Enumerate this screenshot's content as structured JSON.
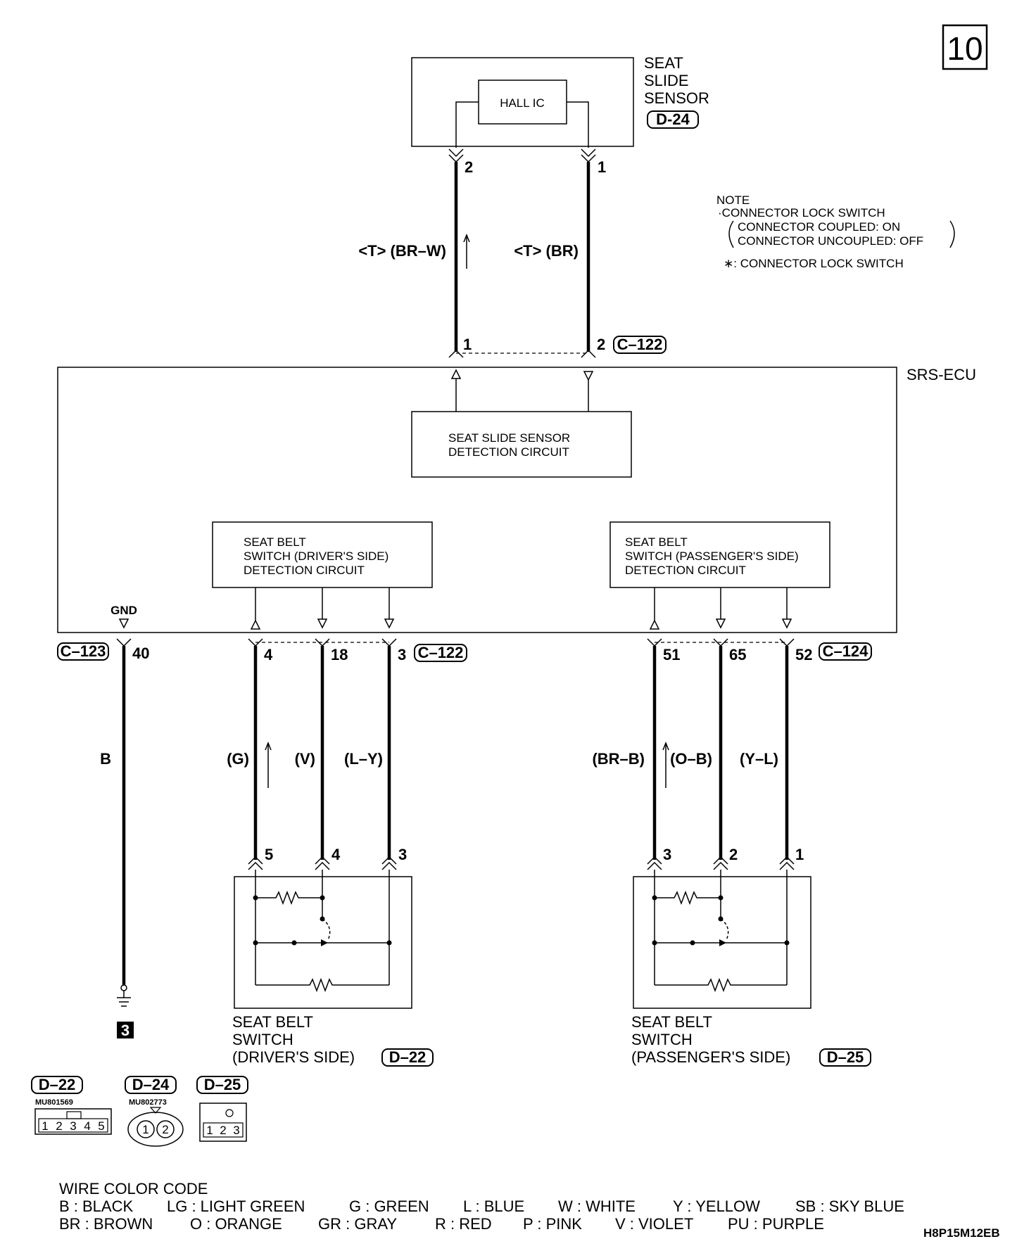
{
  "page_number": "10",
  "sensor": {
    "title_lines": [
      "SEAT",
      "SLIDE",
      "SENSOR"
    ],
    "connector": "D-24",
    "inner_label": "HALL IC",
    "pin_left": "2",
    "pin_right": "1"
  },
  "note": {
    "heading": "NOTE",
    "line1": "·CONNECTOR LOCK SWITCH",
    "line2": "CONNECTOR COUPLED: ON",
    "line3": "CONNECTOR UNCOUPLED: OFF",
    "star_line": "∗: CONNECTOR LOCK SWITCH"
  },
  "sensor_wires": {
    "left_label": "<T> (BR–W)",
    "right_label": "<T> (BR)",
    "ecu_pin_left": "1",
    "ecu_pin_right": "2",
    "ecu_connector": "C–122"
  },
  "ecu": {
    "label": "SRS-ECU",
    "slide_circuit_lines": [
      "SEAT SLIDE SENSOR",
      "DETECTION CIRCUIT"
    ],
    "driver_circuit_lines": [
      "SEAT BELT",
      "SWITCH (DRIVER'S SIDE)",
      "DETECTION CIRCUIT"
    ],
    "passenger_circuit_lines": [
      "SEAT BELT",
      "SWITCH (PASSENGER'S SIDE)",
      "DETECTION CIRCUIT"
    ],
    "gnd_label": "GND"
  },
  "ground": {
    "connector": "C–123",
    "pin": "40",
    "wire_color": "B",
    "ground_point": "3"
  },
  "driver_harness": {
    "ecu_pins": [
      "4",
      "18",
      "3"
    ],
    "ecu_connector": "C–122",
    "wire_colors": [
      "(G)",
      "(V)",
      "(L–Y)"
    ],
    "switch_pins": [
      "5",
      "4",
      "3"
    ]
  },
  "passenger_harness": {
    "ecu_pins": [
      "51",
      "65",
      "52"
    ],
    "ecu_connector": "C–124",
    "wire_colors": [
      "(BR–B)",
      "(O–B)",
      "(Y–L)"
    ],
    "switch_pins": [
      "3",
      "2",
      "1"
    ]
  },
  "driver_switch": {
    "title_lines": [
      "SEAT BELT",
      "SWITCH",
      "(DRIVER'S SIDE)"
    ],
    "connector": "D–22"
  },
  "passenger_switch": {
    "title_lines": [
      "SEAT BELT",
      "SWITCH",
      "(PASSENGER'S SIDE)"
    ],
    "connector": "D–25"
  },
  "connector_views": [
    {
      "id": "D–22",
      "part": "MU801569",
      "pins": [
        "1",
        "2",
        "3",
        "4",
        "5"
      ]
    },
    {
      "id": "D–24",
      "part": "MU802773",
      "pins": [
        "1",
        "2"
      ]
    },
    {
      "id": "D–25",
      "part": "",
      "pins": [
        "1",
        "2",
        "3"
      ]
    }
  ],
  "wire_color_code": {
    "heading": "WIRE COLOR CODE",
    "row1": [
      "B : BLACK",
      "LG : LIGHT GREEN",
      "G : GREEN",
      "L : BLUE",
      "W : WHITE",
      "Y : YELLOW",
      "SB : SKY BLUE"
    ],
    "row2": [
      "BR : BROWN",
      "O : ORANGE",
      "GR : GRAY",
      "R : RED",
      "P : PINK",
      "V : VIOLET",
      "PU : PURPLE"
    ]
  },
  "doc_code": "H8P15M12EB"
}
